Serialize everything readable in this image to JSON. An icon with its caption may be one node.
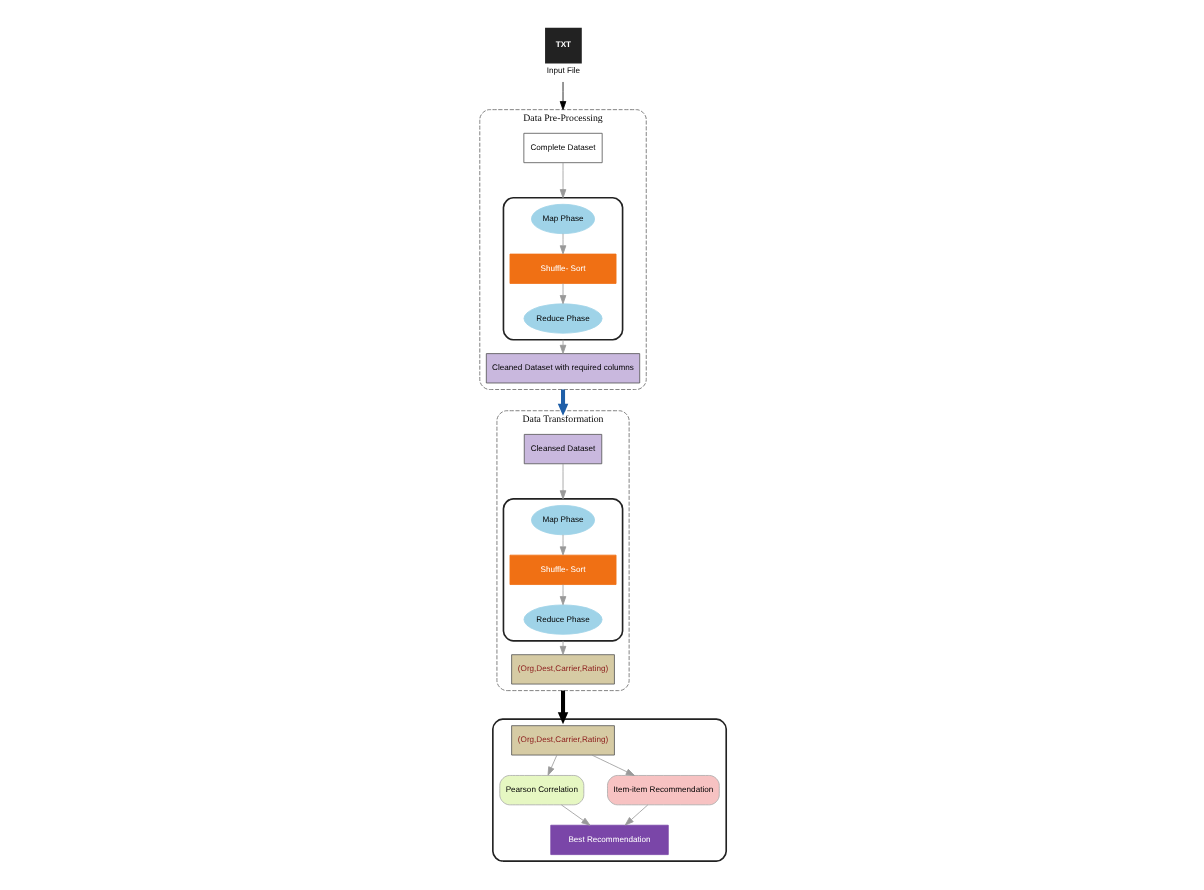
{
  "diagram": {
    "nodes": [
      {
        "text": [
          "TXT"
        ],
        "beside": [
          "Input File"
        ]
      },
      {
        "text": [
          "Data Pre-Processing"
        ]
      },
      {
        "text": [
          "Complete Dataset"
        ],
        "in": 1
      },
      {
        "text": [],
        "shape": "box",
        "in": 1
      },
      {
        "text": [
          "Map Phase"
        ],
        "in": 3
      },
      {
        "text": [
          "Shuffle- Sort"
        ],
        "in": 3
      },
      {
        "text": [
          "Reduce Phase"
        ],
        "in": 3
      },
      {
        "text": [
          "Cleaned Dataset with required columns"
        ],
        "in": 1
      },
      {
        "text": [
          "Data Transformation"
        ]
      },
      {
        "text": [
          "Cleansed Dataset"
        ],
        "in": 8
      },
      {
        "text": [],
        "shape": "box",
        "in": 8
      },
      {
        "text": [
          "Map Phase"
        ],
        "in": 10
      },
      {
        "text": [
          "Shuffle- Sort"
        ],
        "in": 10
      },
      {
        "text": [
          "Reduce Phase"
        ],
        "in": 10
      },
      {
        "text": [
          "(Org,Dest,Carrier,Rating)"
        ],
        "in": 8
      },
      {
        "text": [],
        "shape": "box"
      },
      {
        "text": [
          "(Org,Dest,Carrier,Rating)"
        ],
        "in": 15
      },
      {
        "text": [
          "Pearson Correlation"
        ],
        "in": 15
      },
      {
        "text": [
          "Item-item Recommendation"
        ],
        "in": 15
      },
      {
        "text": [
          "Best Recommendation"
        ],
        "in": 15
      }
    ],
    "edges": [
      {
        "from": 0,
        "to": 1,
        "arrow": "to",
        "color": "#000000"
      },
      {
        "from": 2,
        "to": 3,
        "arrow": "to"
      },
      {
        "from": 4,
        "to": 5,
        "arrow": "to"
      },
      {
        "from": 5,
        "to": 6,
        "arrow": "to"
      },
      {
        "from": 3,
        "to": 7,
        "arrow": "to"
      },
      {
        "from": 1,
        "to": 8,
        "arrow": "to",
        "style": "thick",
        "color": "#1f5fa8"
      },
      {
        "from": 9,
        "to": 10,
        "arrow": "to"
      },
      {
        "from": 11,
        "to": 12,
        "arrow": "to"
      },
      {
        "from": 12,
        "to": 13,
        "arrow": "to"
      },
      {
        "from": 10,
        "to": 14,
        "arrow": "to"
      },
      {
        "from": 8,
        "to": 15,
        "arrow": "to",
        "style": "thick",
        "color": "#000000"
      },
      {
        "from": 16,
        "to": 17,
        "arrow": "to"
      },
      {
        "from": 16,
        "to": 18,
        "arrow": "to"
      },
      {
        "from": 17,
        "to": 19,
        "arrow": "to"
      },
      {
        "from": 18,
        "to": 19,
        "arrow": "to"
      }
    ]
  }
}
